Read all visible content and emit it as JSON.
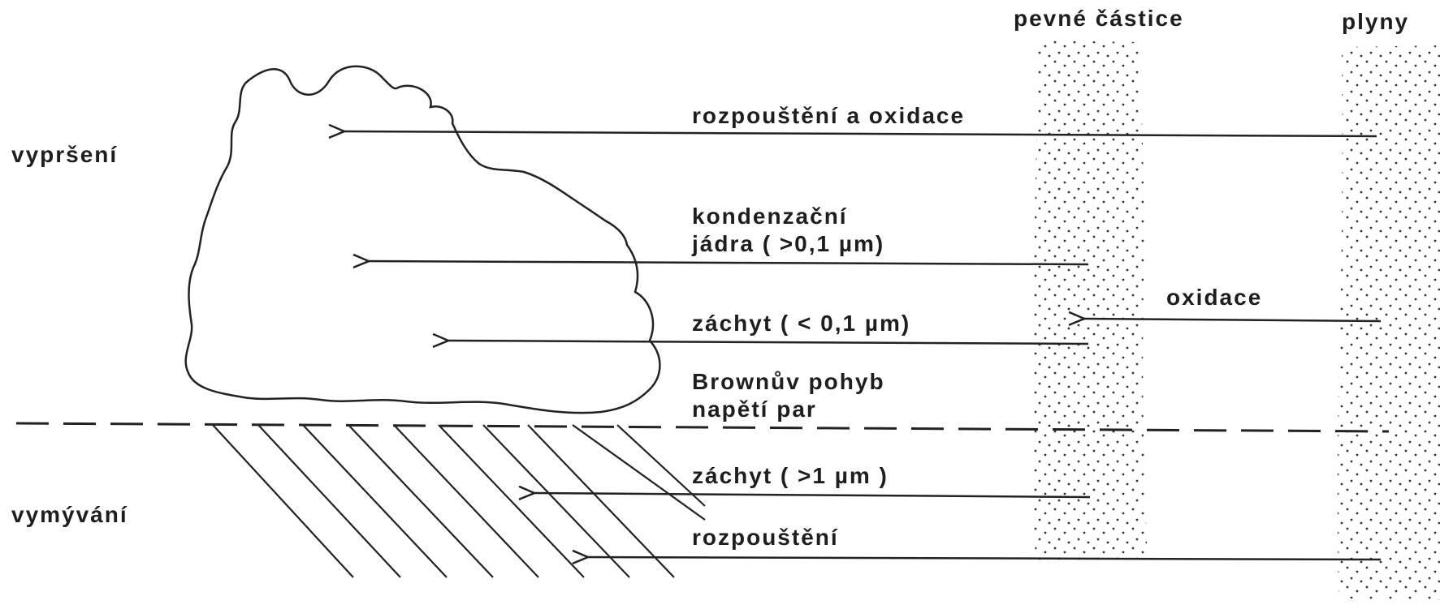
{
  "header": {
    "solids": "pevné částice",
    "gases": "plyny"
  },
  "side": {
    "rainout": "vypršení",
    "washout": "vymývání"
  },
  "processes": {
    "dissolution_oxidation": "rozpouštění a oxidace",
    "condensation_line1": "kondenzační",
    "condensation_line2": "jádra ( >0,1 µm)",
    "capture_small": "záchyt ( < 0,1 µm)",
    "brownian_line1": "Brownův pohyb",
    "brownian_line2": "napětí par",
    "oxidation": "oxidace",
    "capture_large": "záchyt ( >1 µm )",
    "dissolution": "rozpouštění"
  },
  "colors": {
    "ink": "#222222",
    "background": "#ffffff"
  }
}
